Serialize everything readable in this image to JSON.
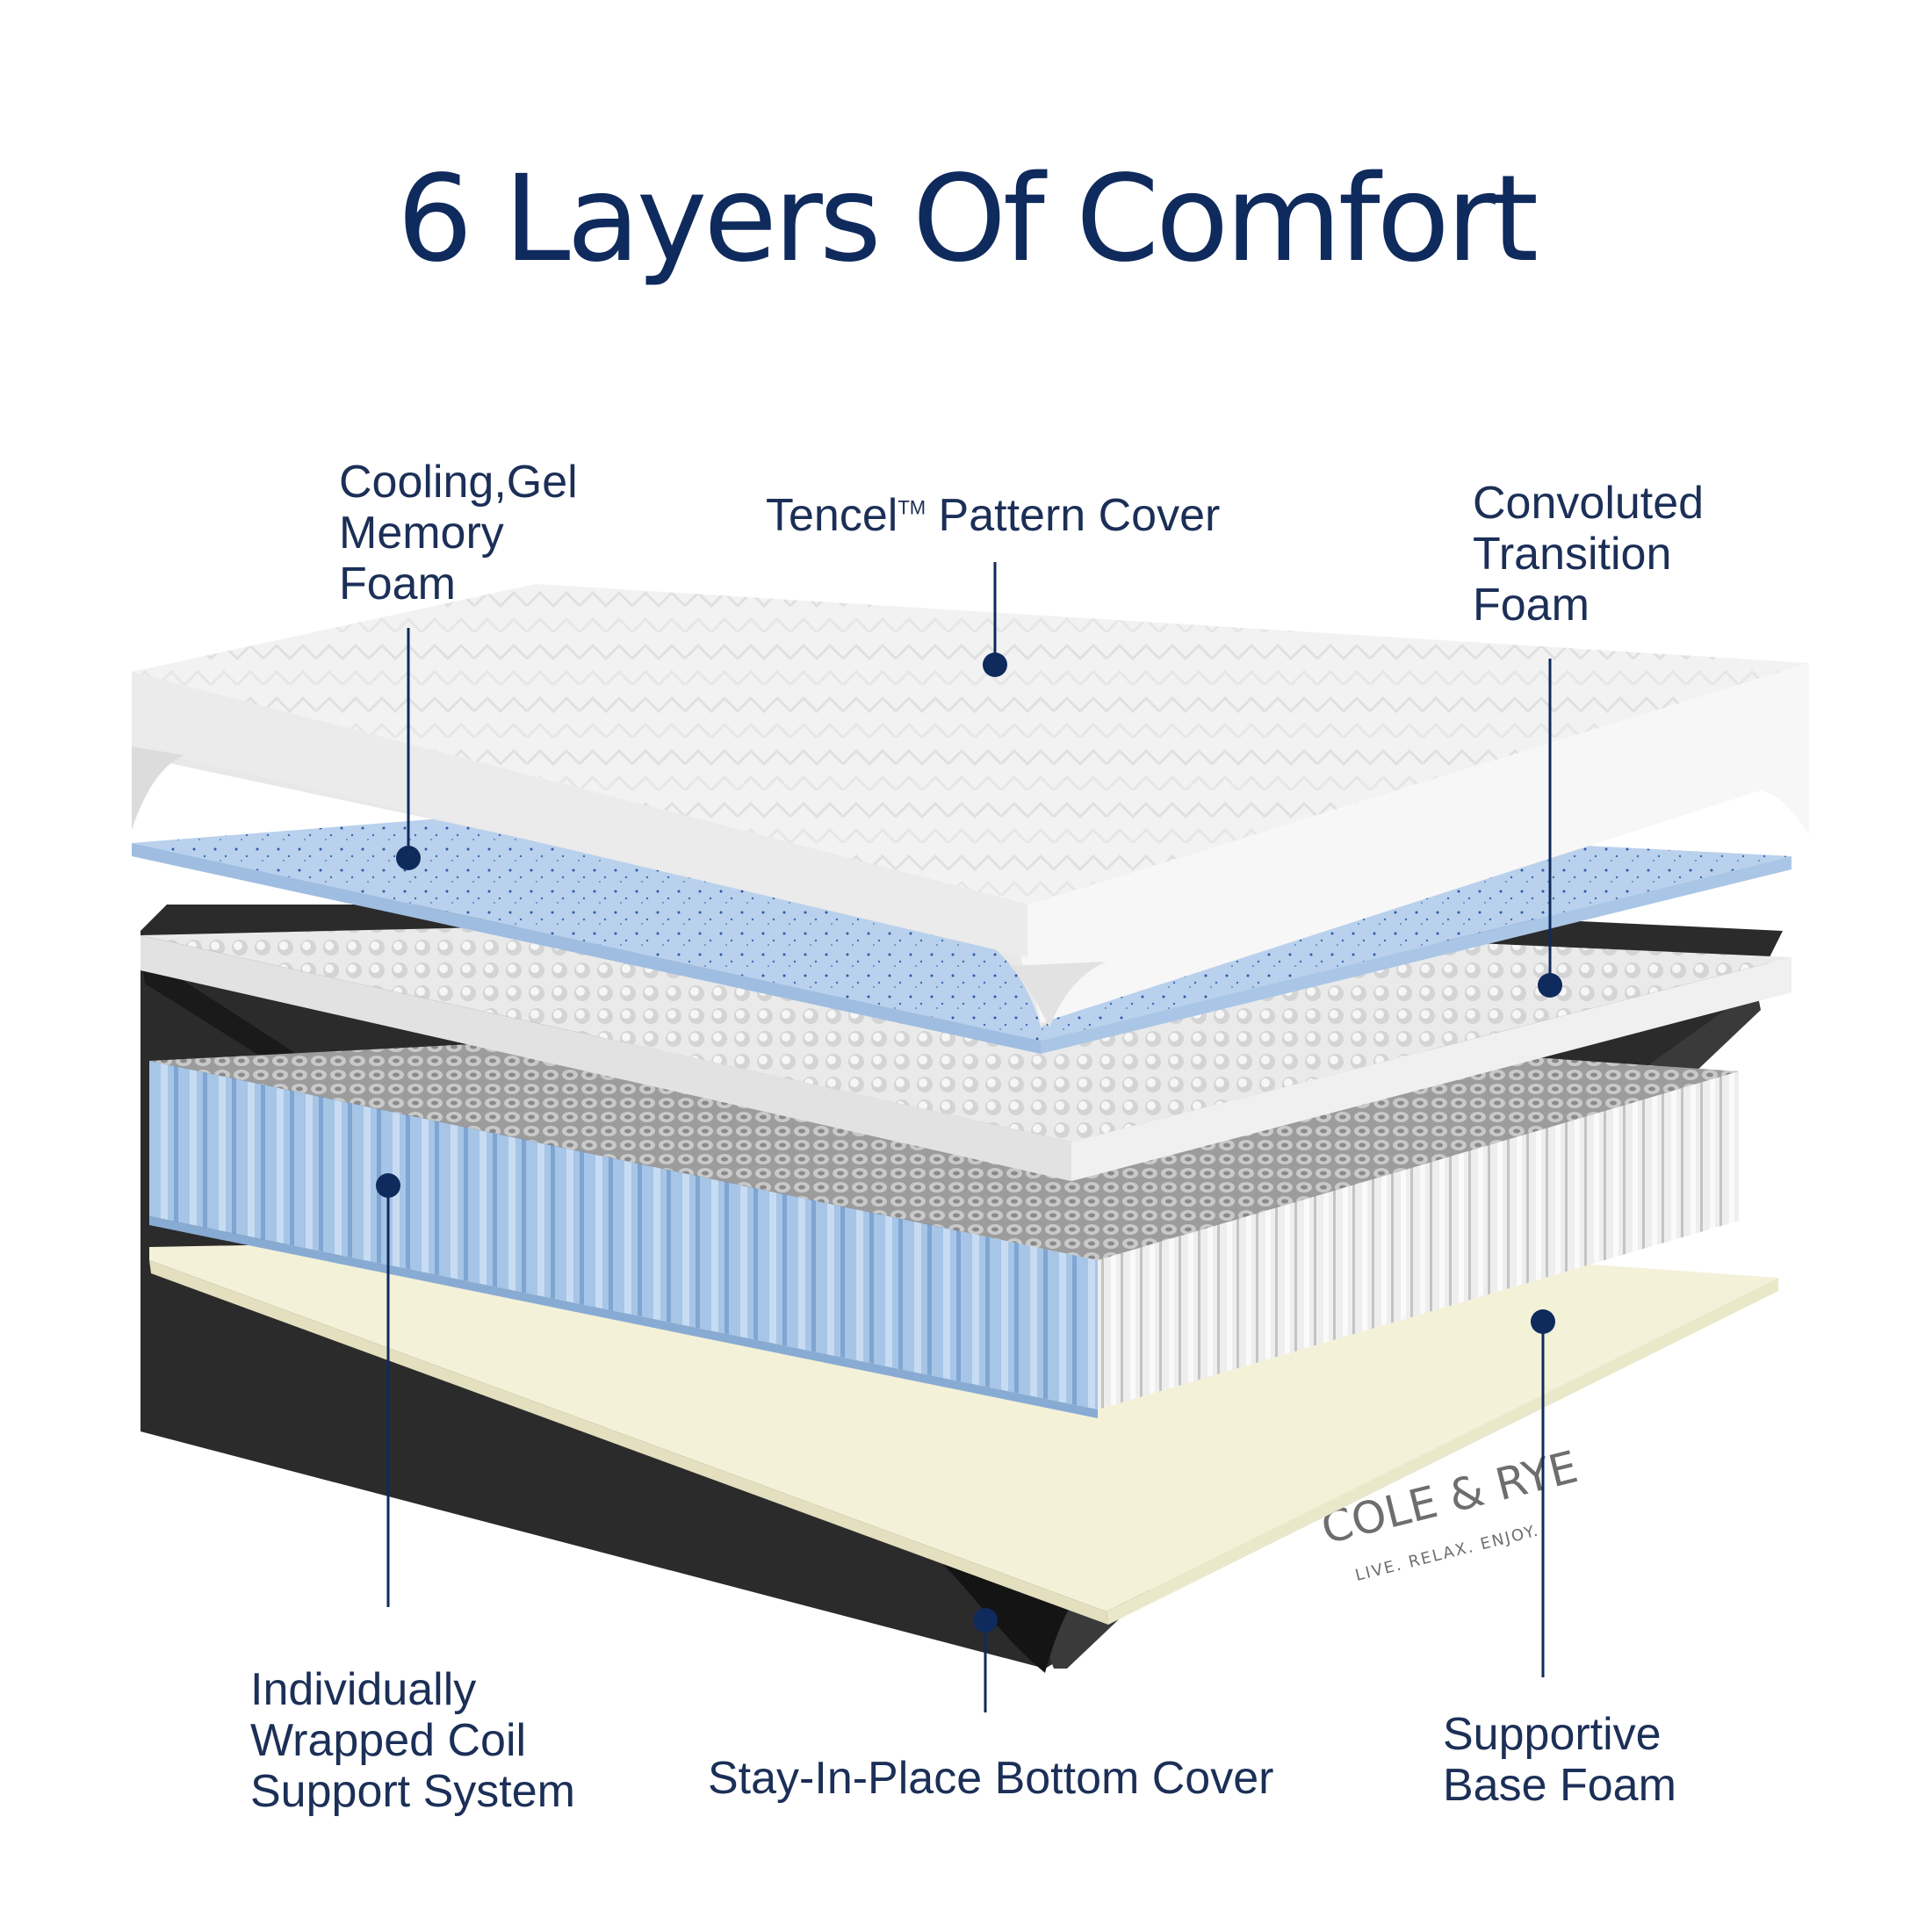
{
  "title": "6 Layers Of Comfort",
  "labels": {
    "gel_foam": [
      "Cooling,Gel",
      "Memory",
      "Foam"
    ],
    "tencel_cover": {
      "name": "Tencel",
      "mark": "TM",
      "rest": " Pattern Cover"
    },
    "convoluted": [
      "Convoluted",
      "Transition",
      "Foam"
    ],
    "coils": [
      "Individually",
      "Wrapped Coil",
      "Support System"
    ],
    "bottom_cover": "Stay-In-Place Bottom Cover",
    "base_foam": [
      "Supportive",
      "Base Foam"
    ]
  },
  "logo": {
    "brand": "COLE & RYE",
    "tagline": "LIVE. RELAX. ENJOY."
  },
  "colors": {
    "title": "#0f2a5c",
    "label": "#1b2f57",
    "cover": "#f1f1f1",
    "gel_foam": "#b9d1ec",
    "convoluted_foam": "#ececec",
    "coil_side": "#a9c6e6",
    "coil_top": "#b5b5b5",
    "base_foam": "#f3f0d6",
    "bottom_cover": "#222222"
  }
}
